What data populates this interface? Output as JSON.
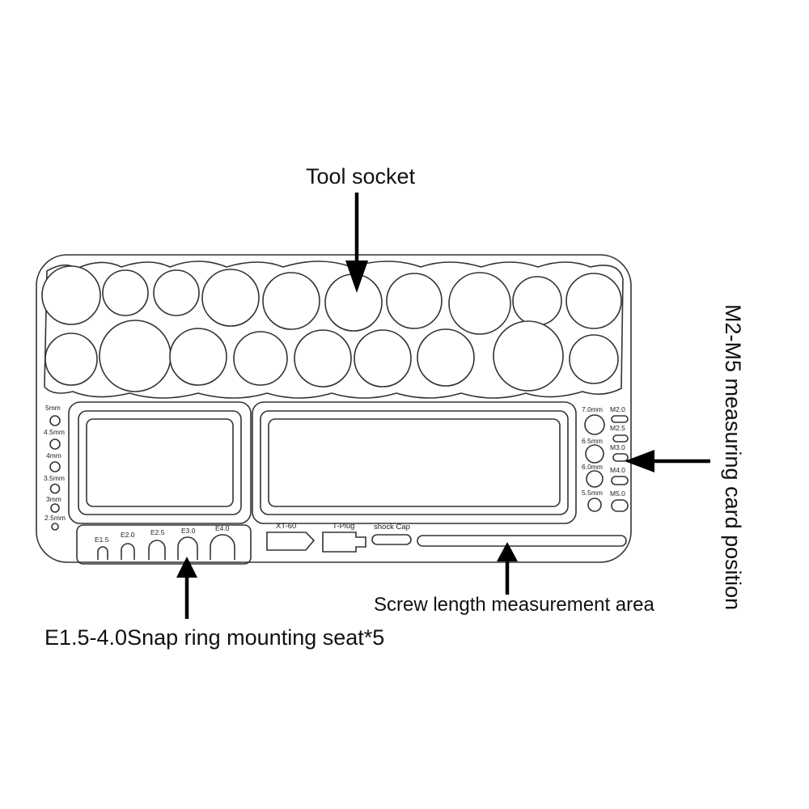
{
  "callouts": {
    "tool_socket": "Tool socket",
    "measuring_card": "M2-M5 measuring card position",
    "screw_length": "Screw length measurement area",
    "snap_ring": "E1.5-4.0Snap ring mounting seat*5"
  },
  "hex_sizes": [
    "5mm",
    "4.5mm",
    "4mm",
    "3.5mm",
    "3mm",
    "2.5mm"
  ],
  "nut_sizes": [
    "7.0mm",
    "6.5mm",
    "6.0mm",
    "5.5mm"
  ],
  "screw_sizes": [
    "M2.0",
    "M2.5",
    "M3.0",
    "M4.0",
    "M5.0"
  ],
  "snap_rings": [
    "E1.5",
    "E2.0",
    "E2.5",
    "E3.0",
    "E4.0"
  ],
  "connectors": {
    "xt60": "XT-60",
    "tplug": "T-Plug",
    "shock_cap": "shock Cap"
  }
}
